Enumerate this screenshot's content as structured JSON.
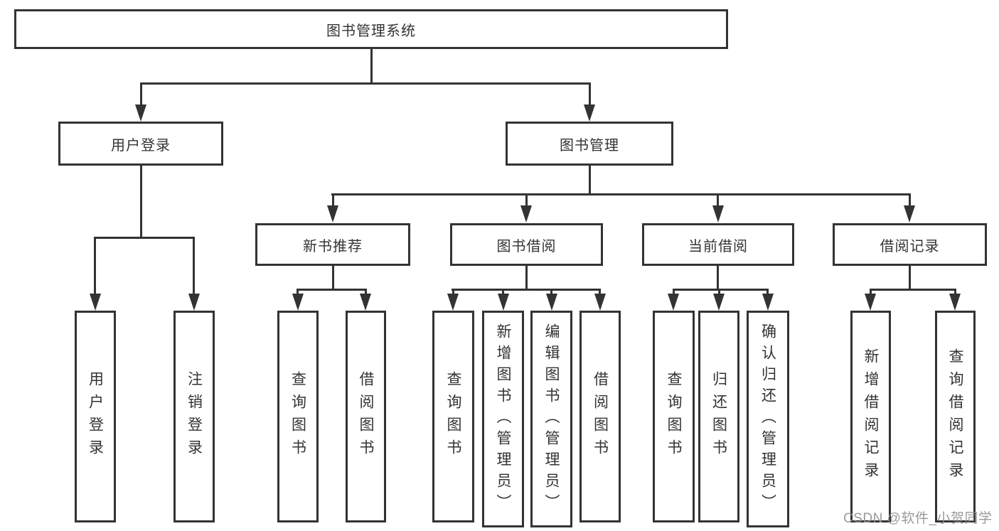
{
  "tree": {
    "root": {
      "label": "图书管理系统",
      "children": [
        {
          "label": "用户登录",
          "children": [
            {
              "label": "用户登录"
            },
            {
              "label": "注销登录"
            }
          ]
        },
        {
          "label": "图书管理",
          "children": [
            {
              "label": "新书推荐",
              "children": [
                {
                  "label": "查询图书"
                },
                {
                  "label": "借阅图书"
                }
              ]
            },
            {
              "label": "图书借阅",
              "children": [
                {
                  "label": "查询图书"
                },
                {
                  "label": "新增图书（管理员）"
                },
                {
                  "label": "编辑图书（管理员）"
                },
                {
                  "label": "借阅图书"
                }
              ]
            },
            {
              "label": "当前借阅",
              "children": [
                {
                  "label": "查询图书"
                },
                {
                  "label": "归还图书"
                },
                {
                  "label": "确认归还（管理员）"
                }
              ]
            },
            {
              "label": "借阅记录",
              "children": [
                {
                  "label": "新增借阅记录"
                },
                {
                  "label": "查询借阅记录"
                }
              ]
            }
          ]
        }
      ]
    }
  },
  "colors": {
    "line": "#333333",
    "text": "#333333",
    "box_background": "#ffffff",
    "canvas_background": "#ffffff",
    "watermark": "#919191"
  },
  "watermark": {
    "text": "CSDN @软件_小贺同学"
  }
}
